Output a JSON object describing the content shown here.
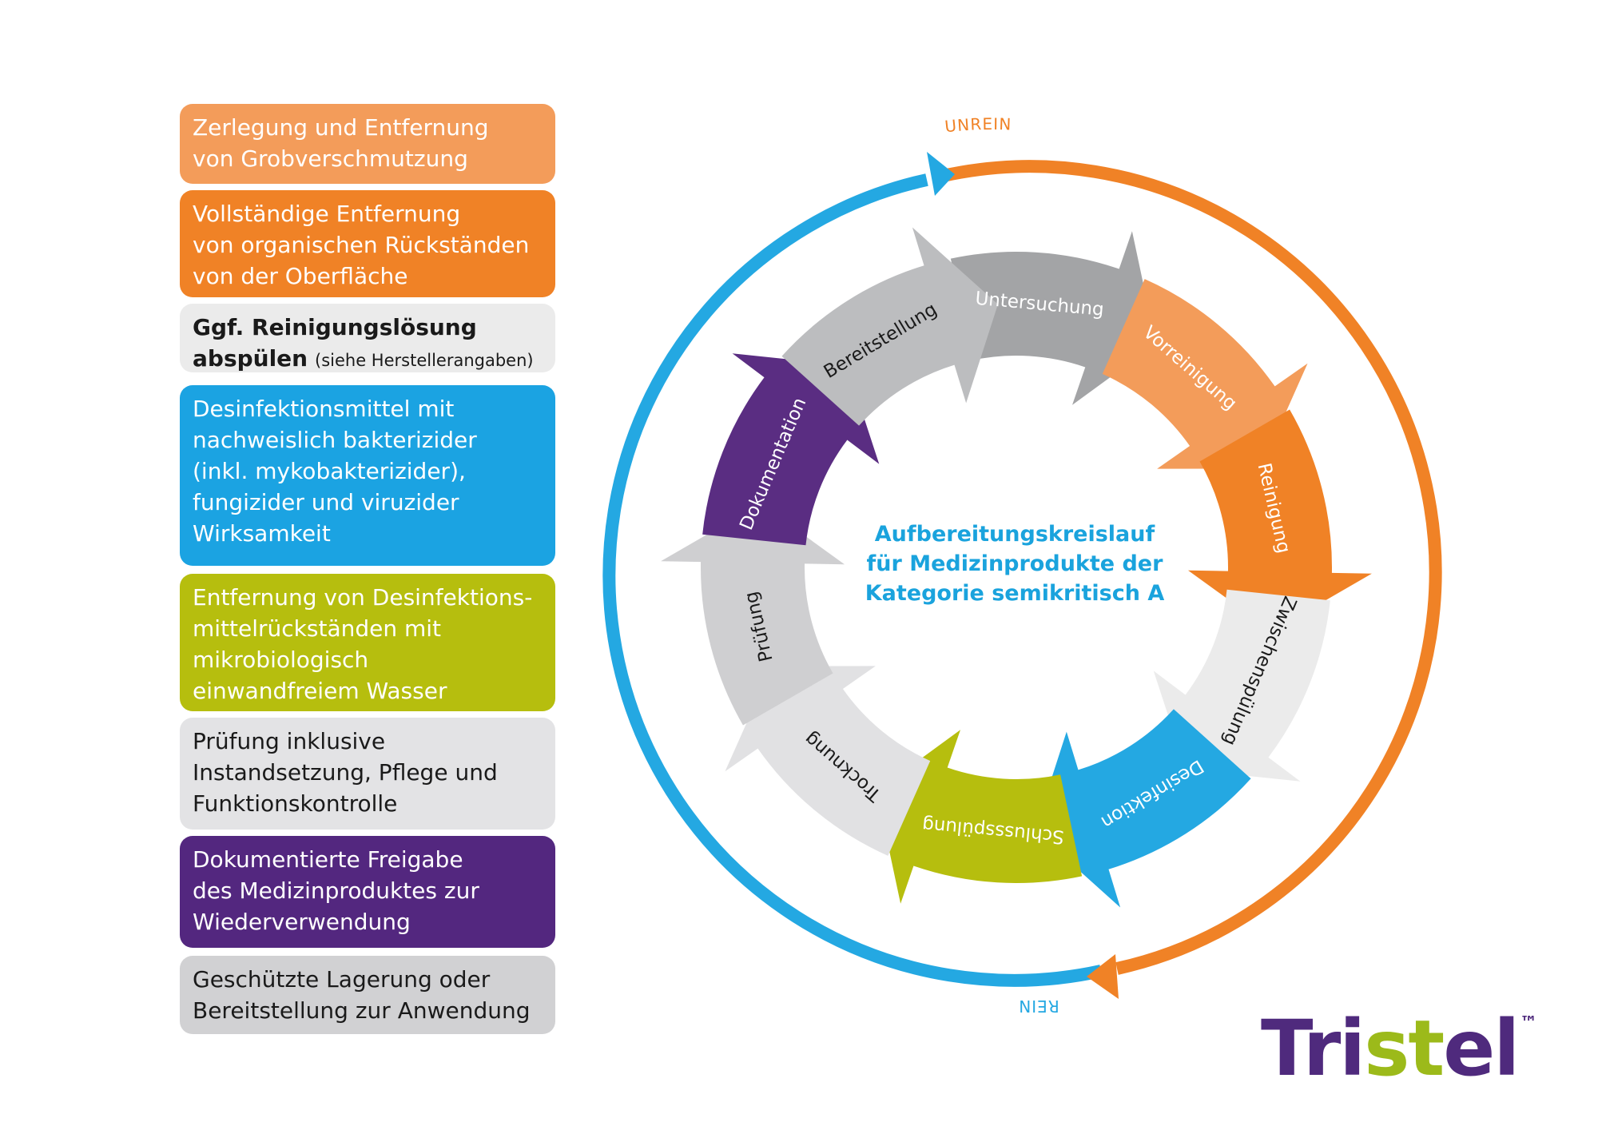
{
  "colors": {
    "peach": "#f39c5a",
    "orange": "#f08226",
    "light_gray": "#ebebeb",
    "blue": "#24a8e2",
    "green": "#b6be0e",
    "mid_gray": "#e1e1e3",
    "purple": "#5a2d82",
    "gray": "#cfcfd1",
    "dark_gray": "#a3a4a6",
    "text_blue": "#1aa3dd"
  },
  "boxes": [
    {
      "lines": [
        "Zerlegung und Entfernung",
        "von Grobverschmutzung"
      ]
    },
    {
      "lines": [
        "Vollständige Entfernung",
        "von organischen Rückständen",
        "von der Oberfläche"
      ]
    },
    {
      "line1": "Ggf. Reinigungslösung",
      "line2_main": "abspülen",
      "line2_small": "(siehe Herstellerangaben)"
    },
    {
      "lines": [
        "Desinfektionsmittel mit",
        "nachweislich bakterizider",
        "(inkl. mykobakterizider),",
        "fungizider und viruzider",
        "Wirksamkeit"
      ]
    },
    {
      "lines": [
        "Entfernung von Desinfektions-",
        "mittelrückständen mit",
        "mikrobiologisch",
        "einwandfreiem Wasser"
      ]
    },
    {
      "lines": [
        "Prüfung inklusive",
        "Instandsetzung, Pflege und",
        "Funktionskontrolle"
      ]
    },
    {
      "lines": [
        "Dokumentierte Freigabe",
        "des Medizinproduktes zur",
        "Wiederverwendung"
      ]
    },
    {
      "lines": [
        "Geschützte Lagerung oder",
        "Bereitstellung zur Anwendung"
      ]
    }
  ],
  "cycle": {
    "center_title": [
      "Aufbereitungskreislauf",
      "für Medizinprodukte der",
      "Kategorie semikritisch A"
    ],
    "outer_top_label": "UNREIN",
    "outer_bottom_label": "REIN",
    "steps": [
      {
        "label": "Untersuchung",
        "color": "#a3a4a6",
        "text_color": "#ffffff"
      },
      {
        "label": "Vorreinigung",
        "color": "#f39c5a",
        "text_color": "#ffffff"
      },
      {
        "label": "Reinigung",
        "color": "#f08226",
        "text_color": "#ffffff"
      },
      {
        "label": "Zwischenspülung",
        "color": "#ebebeb",
        "text_color": "#1a1a1a"
      },
      {
        "label": "Desinfektion",
        "color": "#24a8e2",
        "text_color": "#ffffff"
      },
      {
        "label": "Schlussspülung",
        "color": "#b6be0e",
        "text_color": "#ffffff"
      },
      {
        "label": "Trocknung",
        "color": "#e1e1e3",
        "text_color": "#1a1a1a"
      },
      {
        "label": "Prüfung",
        "color": "#cfcfd1",
        "text_color": "#1a1a1a"
      },
      {
        "label": "Dokumentation",
        "color": "#5a2d82",
        "text_color": "#ffffff"
      },
      {
        "label": "Bereitstellung",
        "color": "#bcbdbf",
        "text_color": "#1a1a1a"
      }
    ]
  },
  "logo": {
    "pre": "Tri",
    "mid": "st",
    "post": "el",
    "tm": "™"
  }
}
